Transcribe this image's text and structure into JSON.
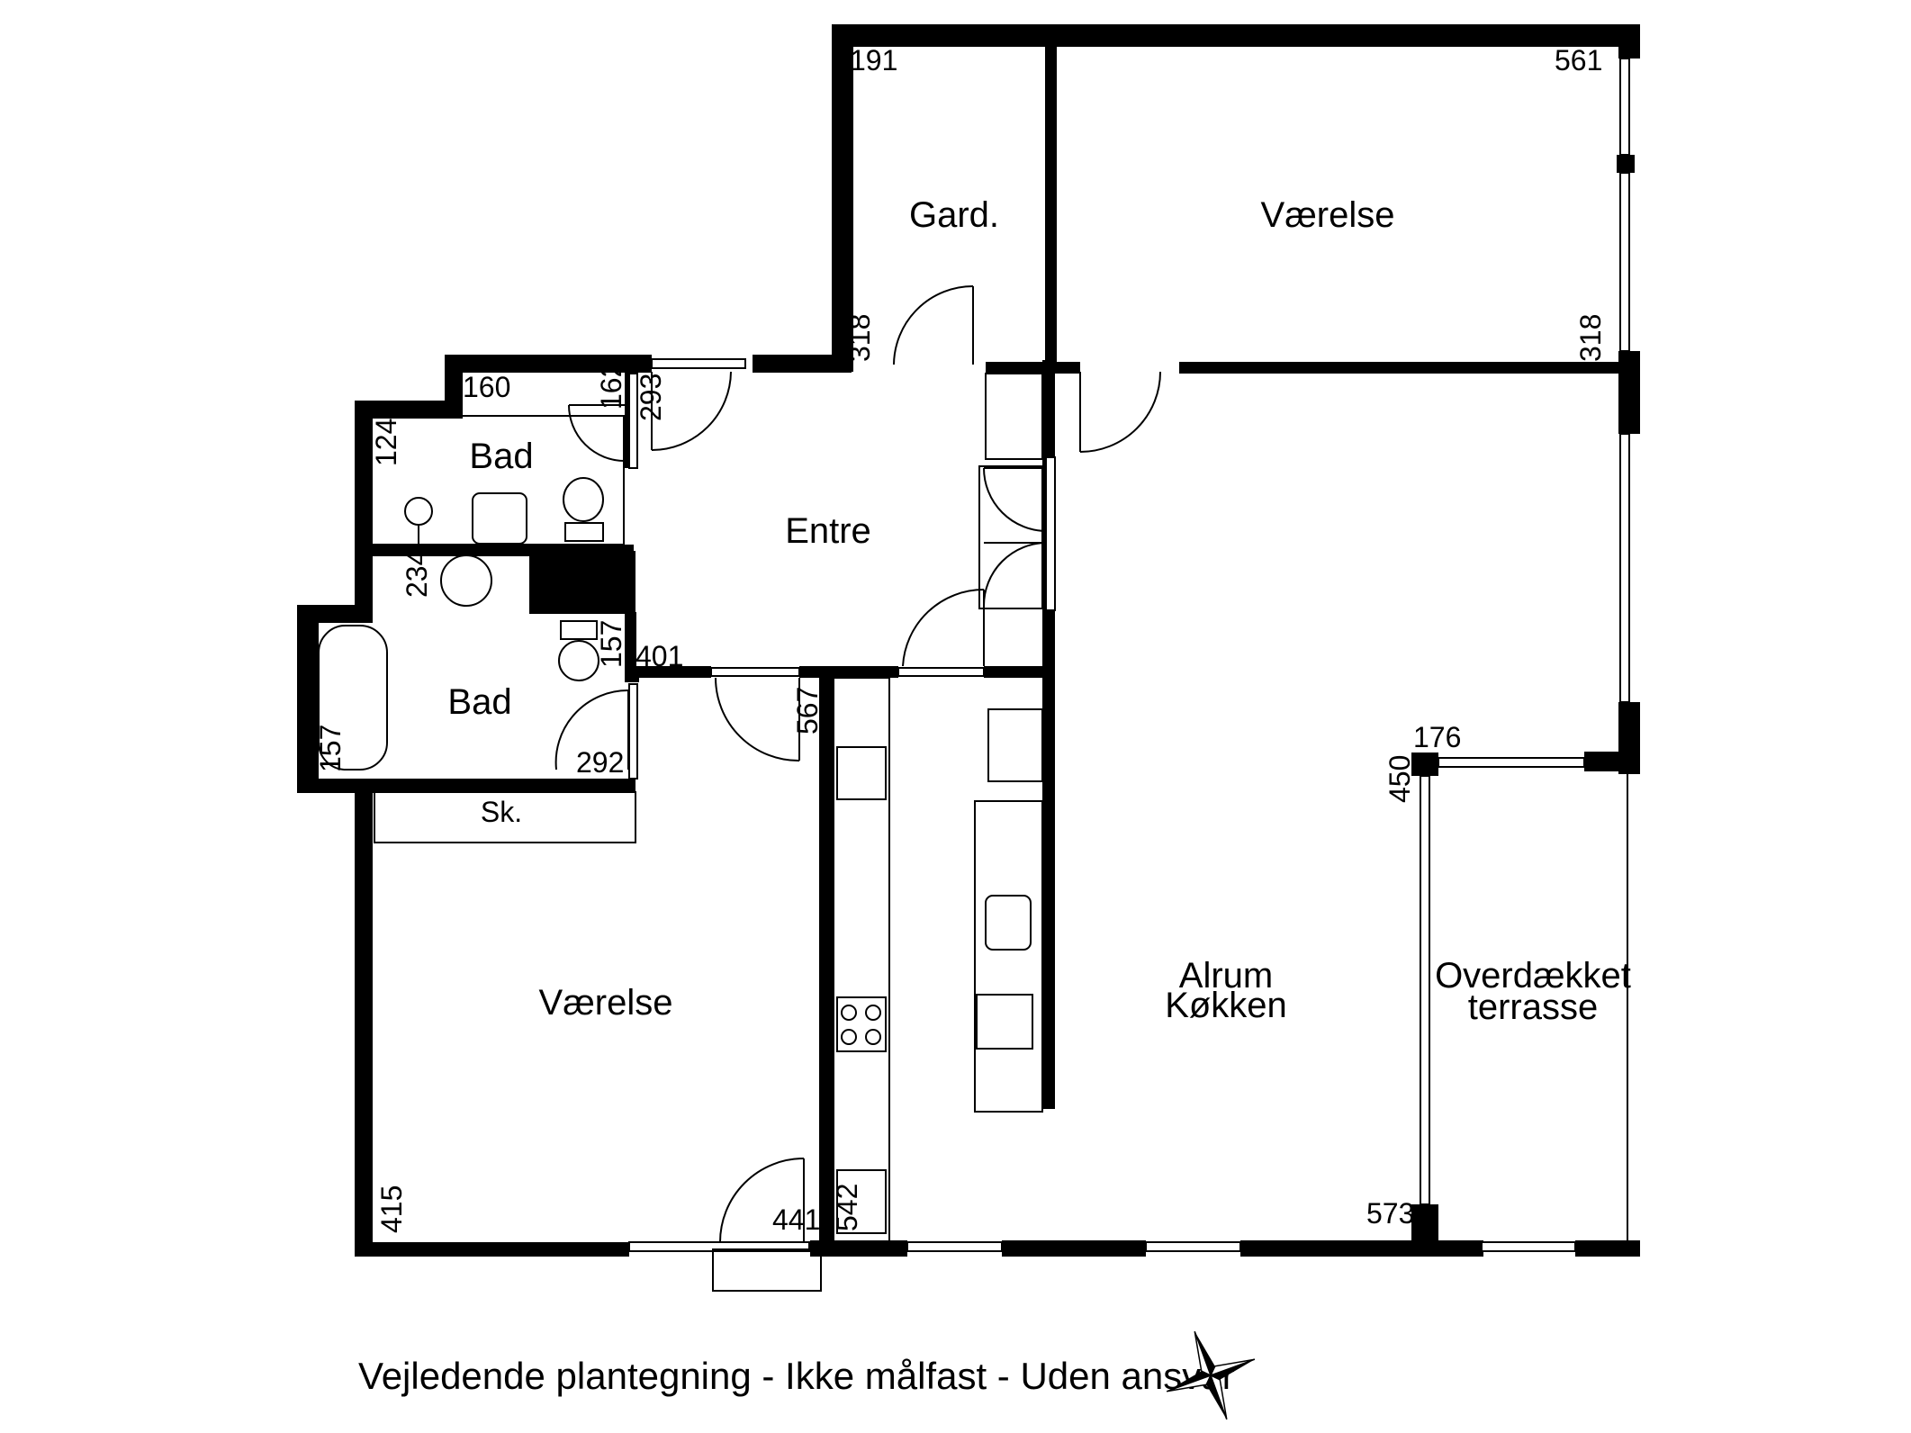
{
  "rooms": {
    "gard": "Gard.",
    "vaerelse_top": "Værelse",
    "bad_top": "Bad",
    "entre": "Entre",
    "bad_bottom": "Bad",
    "sk": "Sk.",
    "vaerelse_bottom": "Værelse",
    "alrum_line1": "Alrum",
    "alrum_line2": "Køkken",
    "terrasse_line1": "Overdækket",
    "terrasse_line2": "terrasse"
  },
  "dimensions": {
    "gard_width": "191",
    "gard_height": "318",
    "vaerelse_width": "561",
    "vaerelse_height": "318",
    "bad_top_width": "160",
    "bad_top_height": "124",
    "bad_top_side": "162",
    "entre_depth": "293",
    "bad_bottom_top": "234",
    "bad_bottom_side": "157",
    "bad_bottom_left": "157",
    "bad_bottom_width": "292",
    "entre_width": "401",
    "hall_height": "567",
    "terrasse_width": "176",
    "terrasse_height": "450",
    "alrum_width": "573",
    "kitchen_length": "542",
    "vaerelse_bottom_width": "441",
    "vaerelse_bottom_height": "415"
  },
  "caption": "Vejledende plantegning - Ikke målfast - Uden ansvar",
  "compass_icon": "compass-rose-icon"
}
